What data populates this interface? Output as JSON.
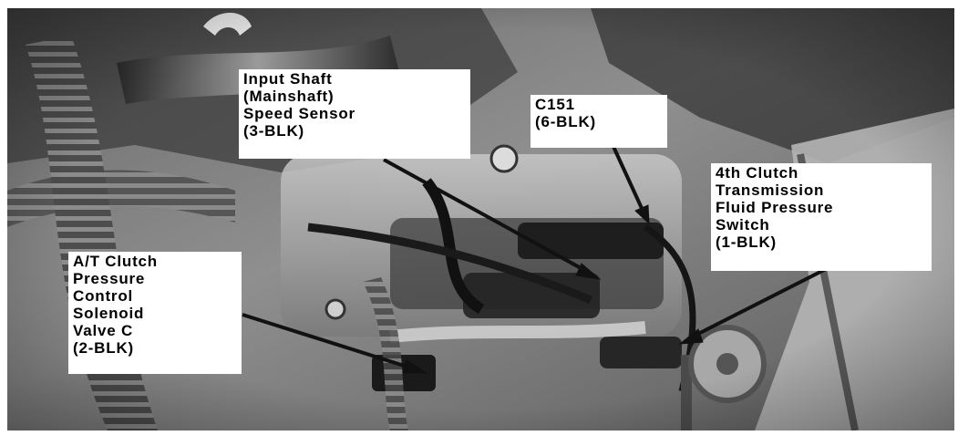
{
  "image": {
    "subject": "engine-bay-transmission",
    "colors": {
      "background": "#ffffff",
      "label_bg": "#ffffff",
      "label_text": "#000000",
      "leader_line": "#111111"
    },
    "callouts": [
      {
        "id": "input-shaft-speed-sensor",
        "lines": [
          "Input Shaft",
          "(Mainshaft)",
          "Speed Sensor",
          "(3-BLK)"
        ]
      },
      {
        "id": "c151-connector",
        "lines": [
          "C151",
          "(6-BLK)"
        ]
      },
      {
        "id": "4th-clutch-pressure-switch",
        "lines": [
          "4th Clutch",
          "Transmission",
          "Fluid Pressure",
          "Switch",
          "(1-BLK)"
        ]
      },
      {
        "id": "at-clutch-solenoid-valve-c",
        "lines": [
          "A/T Clutch",
          "Pressure",
          "Control",
          "Solenoid",
          "Valve C",
          "(2-BLK)"
        ]
      }
    ]
  }
}
